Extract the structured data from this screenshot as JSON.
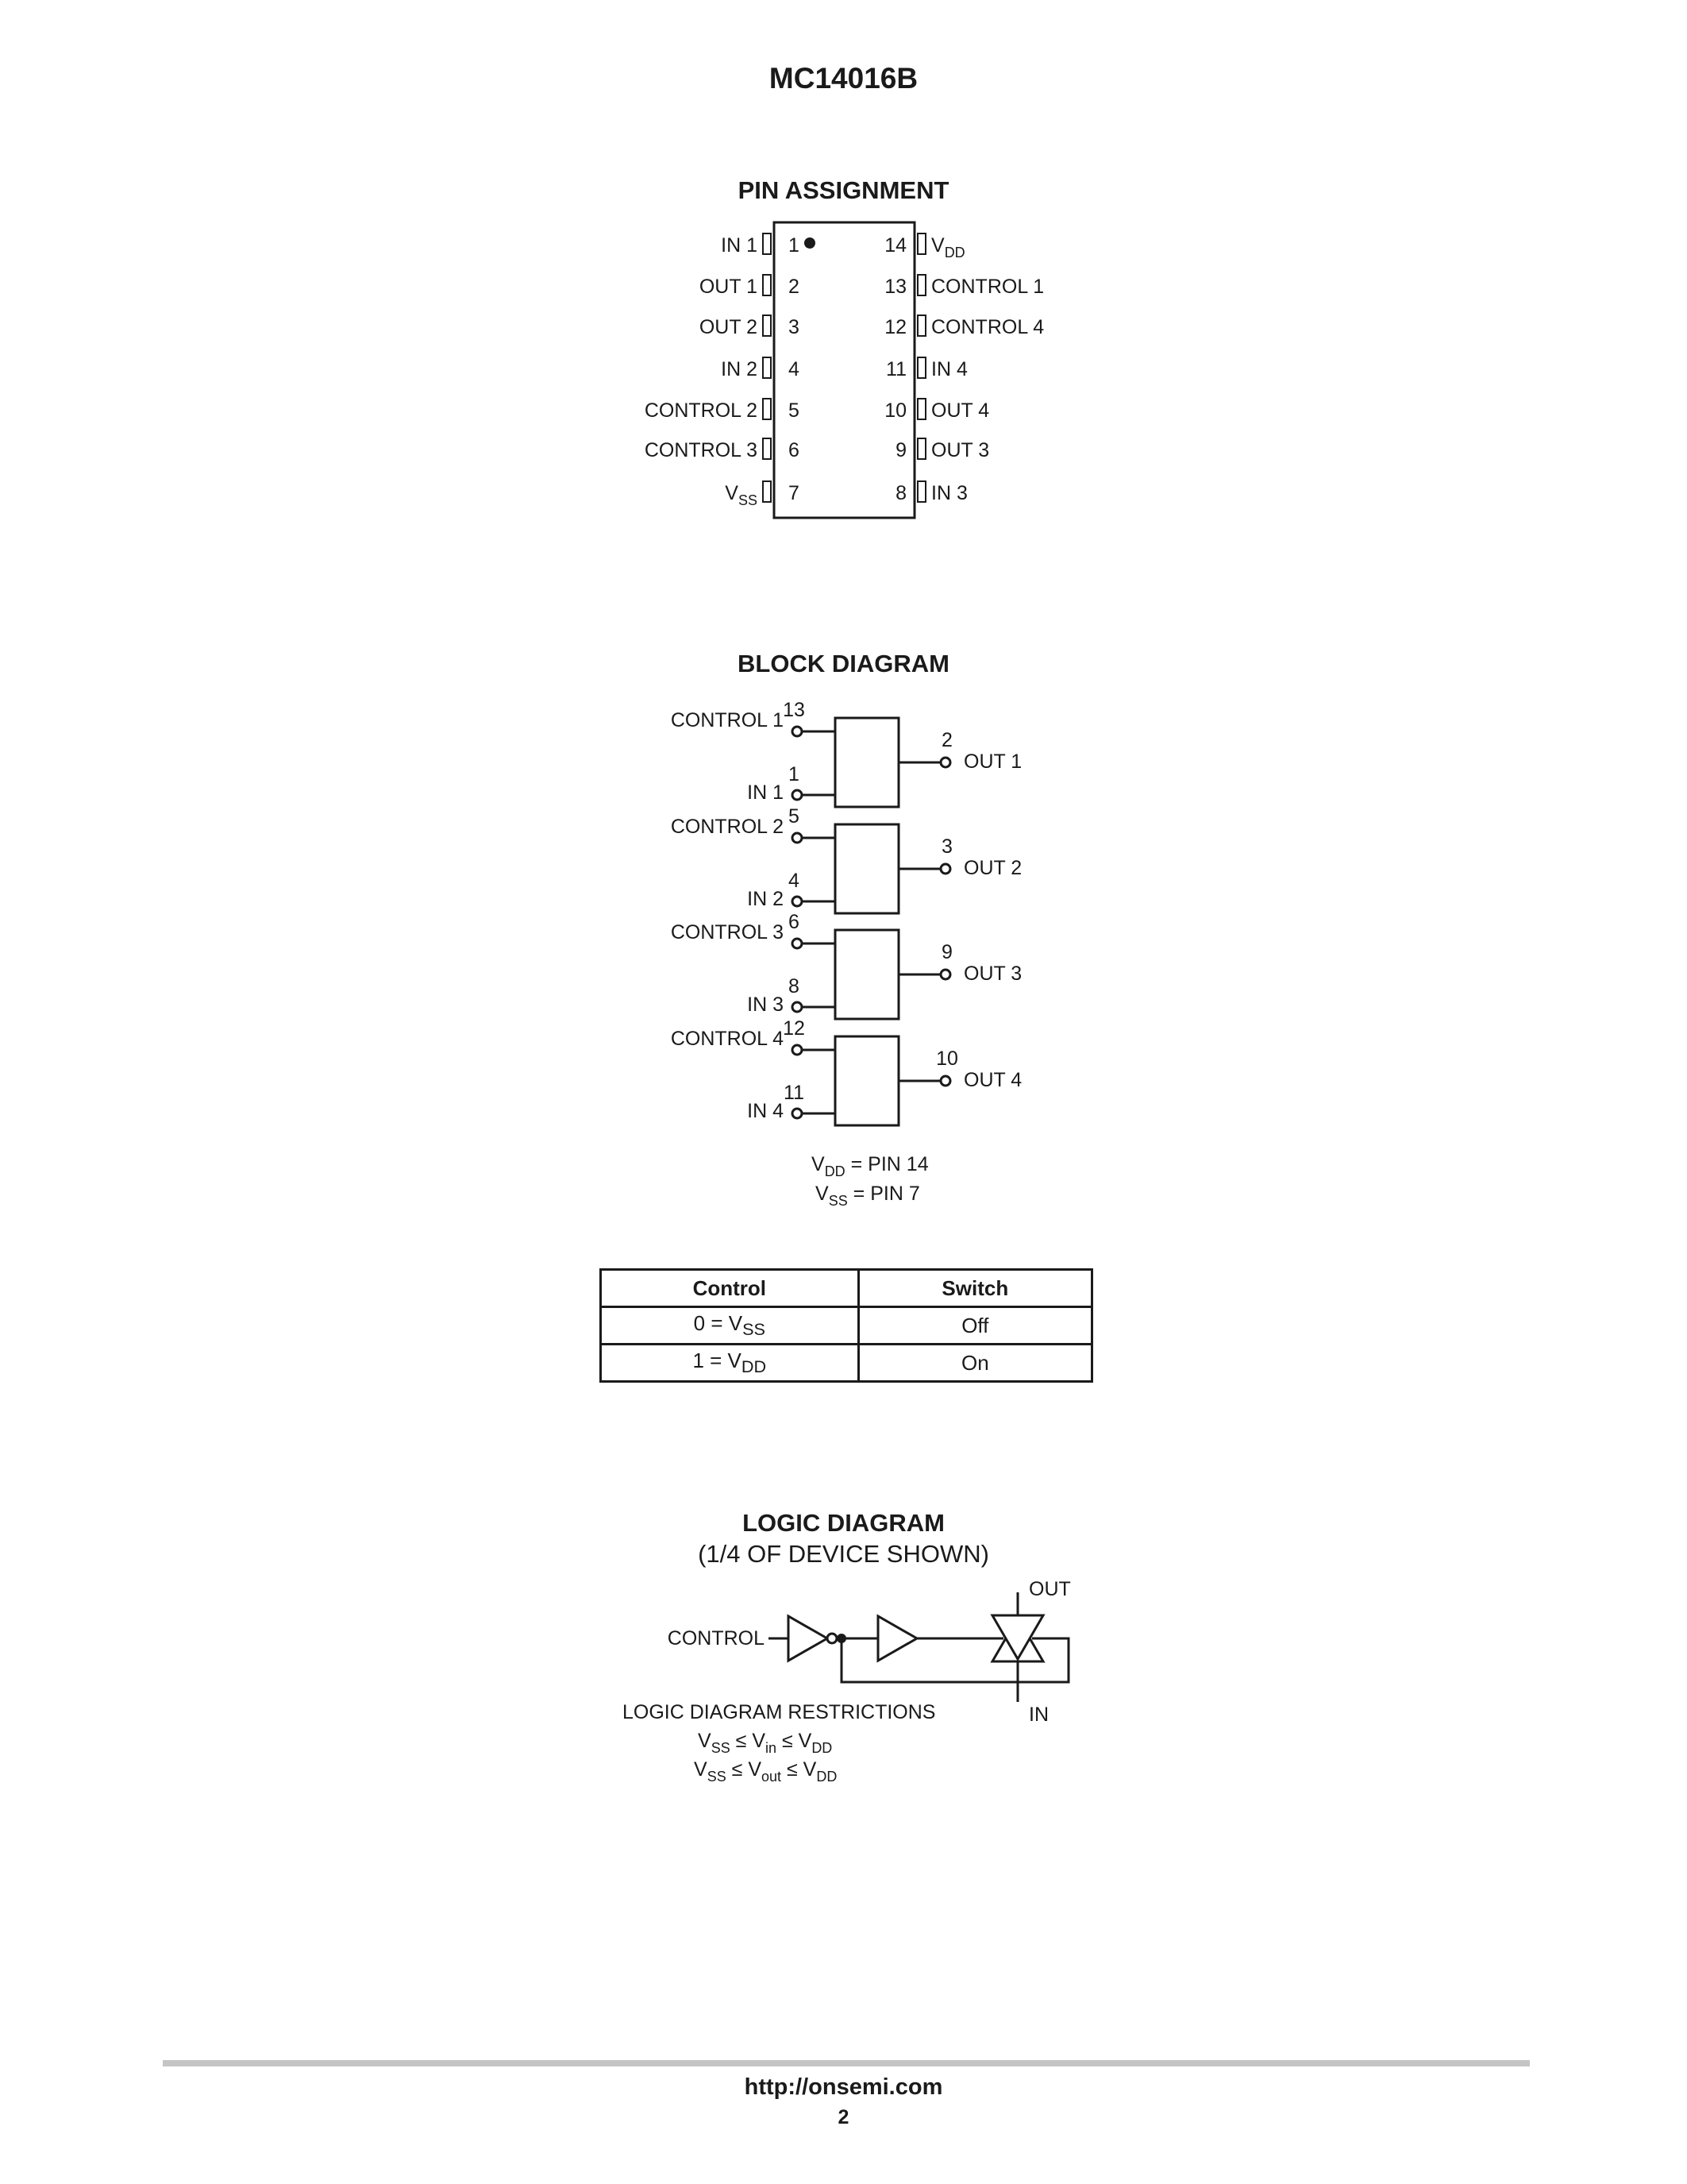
{
  "header": {
    "title": "MC14016B"
  },
  "pin_assignment": {
    "title": "PIN ASSIGNMENT",
    "left_pins": [
      {
        "num": "1",
        "name": "IN 1"
      },
      {
        "num": "2",
        "name": "OUT 1"
      },
      {
        "num": "3",
        "name": "OUT 2"
      },
      {
        "num": "4",
        "name": "IN 2"
      },
      {
        "num": "5",
        "name": "CONTROL 2"
      },
      {
        "num": "6",
        "name": "CONTROL 3"
      },
      {
        "num": "7",
        "name": "V",
        "sub": "SS"
      }
    ],
    "right_pins": [
      {
        "num": "14",
        "name": "V",
        "sub": "DD"
      },
      {
        "num": "13",
        "name": "CONTROL 1"
      },
      {
        "num": "12",
        "name": "CONTROL 4"
      },
      {
        "num": "11",
        "name": "IN 4"
      },
      {
        "num": "10",
        "name": "OUT 4"
      },
      {
        "num": "9",
        "name": "OUT 3"
      },
      {
        "num": "8",
        "name": "IN 3"
      }
    ]
  },
  "block_diagram": {
    "title": "BLOCK DIAGRAM",
    "switches": [
      {
        "control": "CONTROL 1",
        "control_pin": "13",
        "input": "IN 1",
        "input_pin": "1",
        "output": "OUT 1",
        "output_pin": "2"
      },
      {
        "control": "CONTROL 2",
        "control_pin": "5",
        "input": "IN 2",
        "input_pin": "4",
        "output": "OUT 2",
        "output_pin": "3"
      },
      {
        "control": "CONTROL 3",
        "control_pin": "6",
        "input": "IN 3",
        "input_pin": "8",
        "output": "OUT 3",
        "output_pin": "9"
      },
      {
        "control": "CONTROL 4",
        "control_pin": "12",
        "input": "IN 4",
        "input_pin": "11",
        "output": "OUT 4",
        "output_pin": "10"
      }
    ],
    "notes": [
      {
        "sym": "V",
        "sub": "DD",
        "rest": " = PIN 14"
      },
      {
        "sym": "V",
        "sub": "SS",
        "rest": " = PIN 7"
      }
    ]
  },
  "truth_table": {
    "headers": [
      "Control",
      "Switch"
    ],
    "rows": [
      {
        "control": "0 = V",
        "control_sub": "SS",
        "switch": "Off"
      },
      {
        "control": "1 = V",
        "control_sub": "DD",
        "switch": "On"
      }
    ]
  },
  "logic_diagram": {
    "title": "LOGIC DIAGRAM",
    "subtitle": "(1/4 OF DEVICE SHOWN)",
    "control_label": "CONTROL",
    "out_label": "OUT",
    "in_label": "IN",
    "restrictions_title": "LOGIC DIAGRAM RESTRICTIONS",
    "restriction_in": {
      "a": "V",
      "a_sub": "SS",
      "op1": " ≤ V",
      "b_sub": "in",
      "op2": " ≤ V",
      "c_sub": "DD"
    },
    "restriction_out": {
      "a": "V",
      "a_sub": "SS",
      "op1": " ≤ V",
      "b_sub": "out",
      "op2": " ≤ V",
      "c_sub": "DD"
    }
  },
  "footer": {
    "url": "http://onsemi.com",
    "page": "2"
  }
}
